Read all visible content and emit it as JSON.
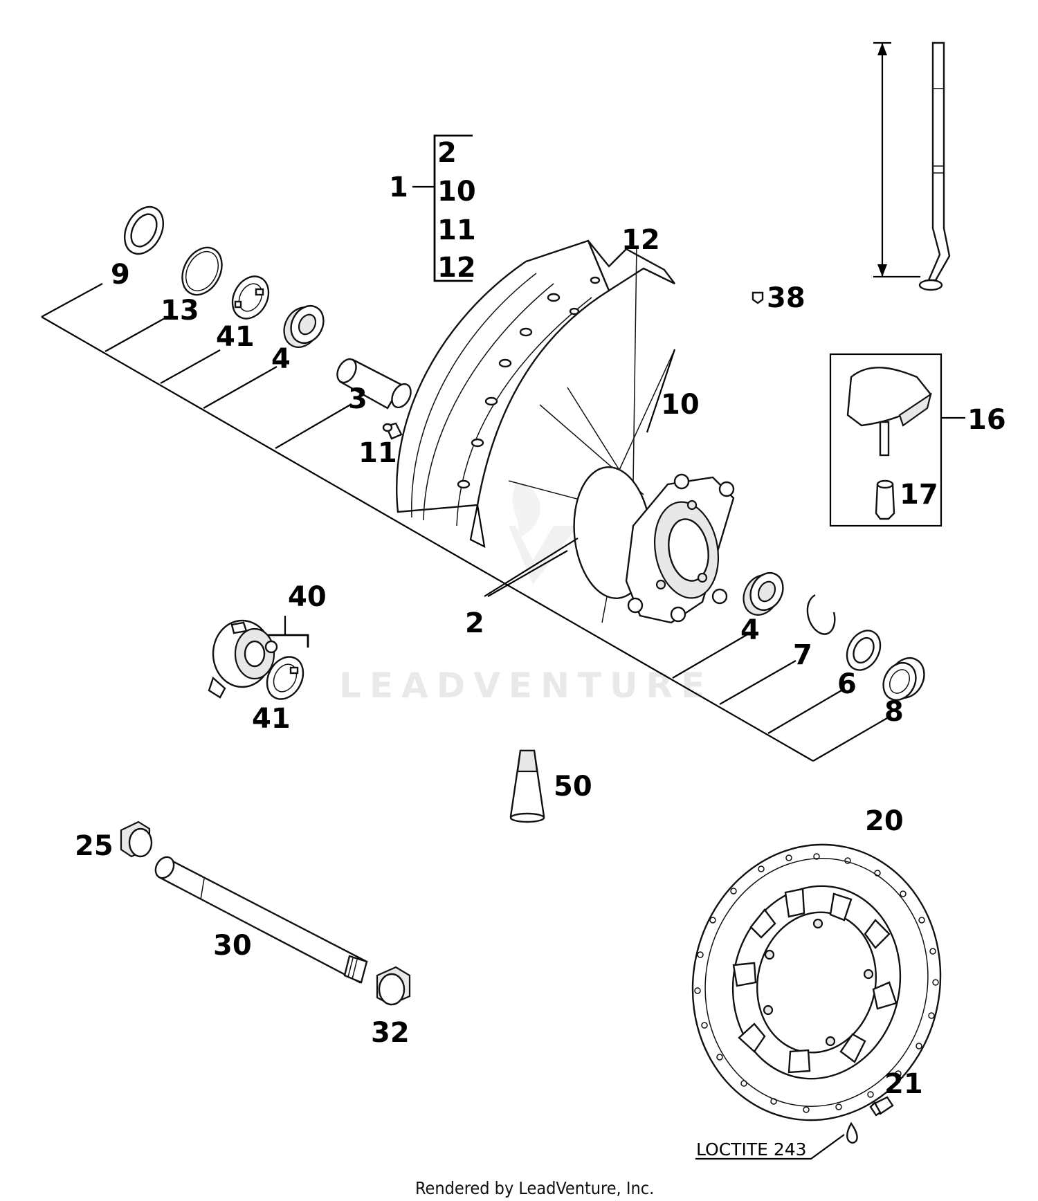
{
  "labels": {
    "l1": "1",
    "g2": "2",
    "g10": "10",
    "g11": "11",
    "g12": "12",
    "l12": "12",
    "l9": "9",
    "l13": "13",
    "l41a": "41",
    "l4a": "4",
    "l3": "3",
    "l11": "11",
    "l10": "10",
    "l38": "38",
    "l16": "16",
    "l17": "17",
    "l40": "40",
    "l41b": "41",
    "l2": "2",
    "l4b": "4",
    "l7": "7",
    "l6": "6",
    "l8": "8",
    "l50": "50",
    "l25": "25",
    "l30": "30",
    "l32": "32",
    "l20": "20",
    "l21": "21"
  },
  "note": "LOCTITE 243",
  "watermark": "LEADVENTURE",
  "footer": "Rendered by LeadVenture, Inc."
}
